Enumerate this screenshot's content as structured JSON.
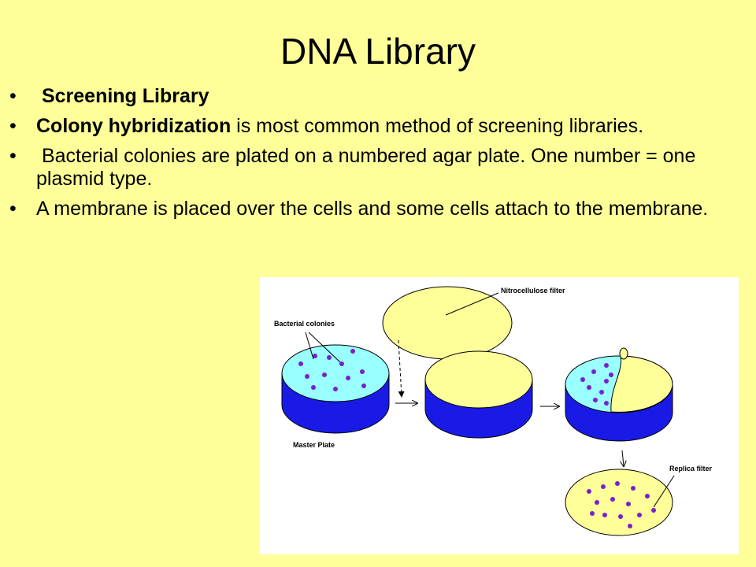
{
  "title": "DNA Library",
  "bullets": [
    {
      "bold": "Screening Library",
      "text": ""
    },
    {
      "bold": "Colony hybridization",
      "text": " is most common method of screening libraries."
    },
    {
      "bold": "",
      "text": "Bacterial colonies are plated on a numbered agar plate. One number = one plasmid type."
    },
    {
      "bold": "",
      "text": "A membrane is placed over the cells and some cells attach to the membrane."
    }
  ],
  "diagram": {
    "labels": {
      "nitrocellulose": "Nitrocellulose filter",
      "bacterial": "Bacterial colonies",
      "master": "Master Plate",
      "replica": "Replica filter"
    },
    "colors": {
      "filter_yellow": "#FFFF99",
      "agar_cyan": "#99FFFF",
      "plate_blue": "#1A1AE6",
      "colony_purple": "#7A1FCC"
    }
  }
}
